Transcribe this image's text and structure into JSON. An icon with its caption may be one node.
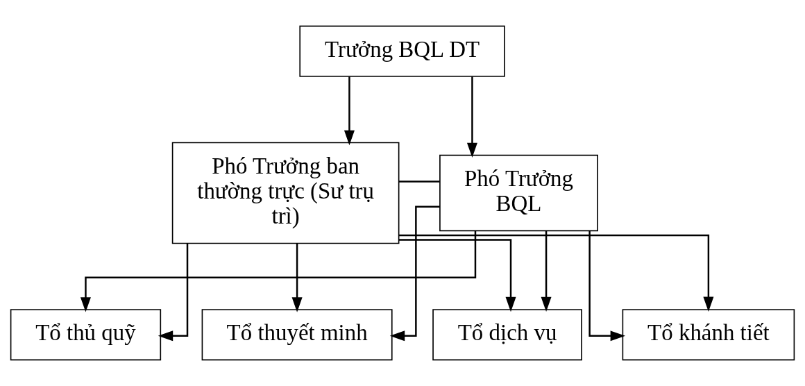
{
  "diagram": {
    "nodes": [
      {
        "text": [
          "Trưởng BQL DT"
        ]
      },
      {
        "text": [
          "Phó Trưởng ban thường trực (Sư trụ trì)"
        ]
      },
      {
        "text": [
          "Phó Trưởng BQL"
        ]
      },
      {
        "text": [
          "Tổ thủ quỹ"
        ]
      },
      {
        "text": [
          "Tổ thuyết minh"
        ]
      },
      {
        "text": [
          "Tổ dịch vụ"
        ]
      },
      {
        "text": [
          "Tổ khánh tiết"
        ]
      }
    ],
    "edges": [
      {
        "from": 0,
        "to": 1,
        "arrow": "to"
      },
      {
        "from": 0,
        "to": 2,
        "arrow": "to"
      },
      {
        "from": 1,
        "to": 2,
        "arrow": "none"
      },
      {
        "from": 1,
        "to": 3,
        "arrow": "to"
      },
      {
        "from": 1,
        "to": 4,
        "arrow": "to"
      },
      {
        "from": 1,
        "to": 5,
        "arrow": "to"
      },
      {
        "from": 1,
        "to": 6,
        "arrow": "to"
      },
      {
        "from": 2,
        "to": 3,
        "arrow": "to"
      },
      {
        "from": 2,
        "to": 4,
        "arrow": "to"
      },
      {
        "from": 2,
        "to": 5,
        "arrow": "to"
      },
      {
        "from": 2,
        "to": 6,
        "arrow": "to"
      }
    ]
  }
}
